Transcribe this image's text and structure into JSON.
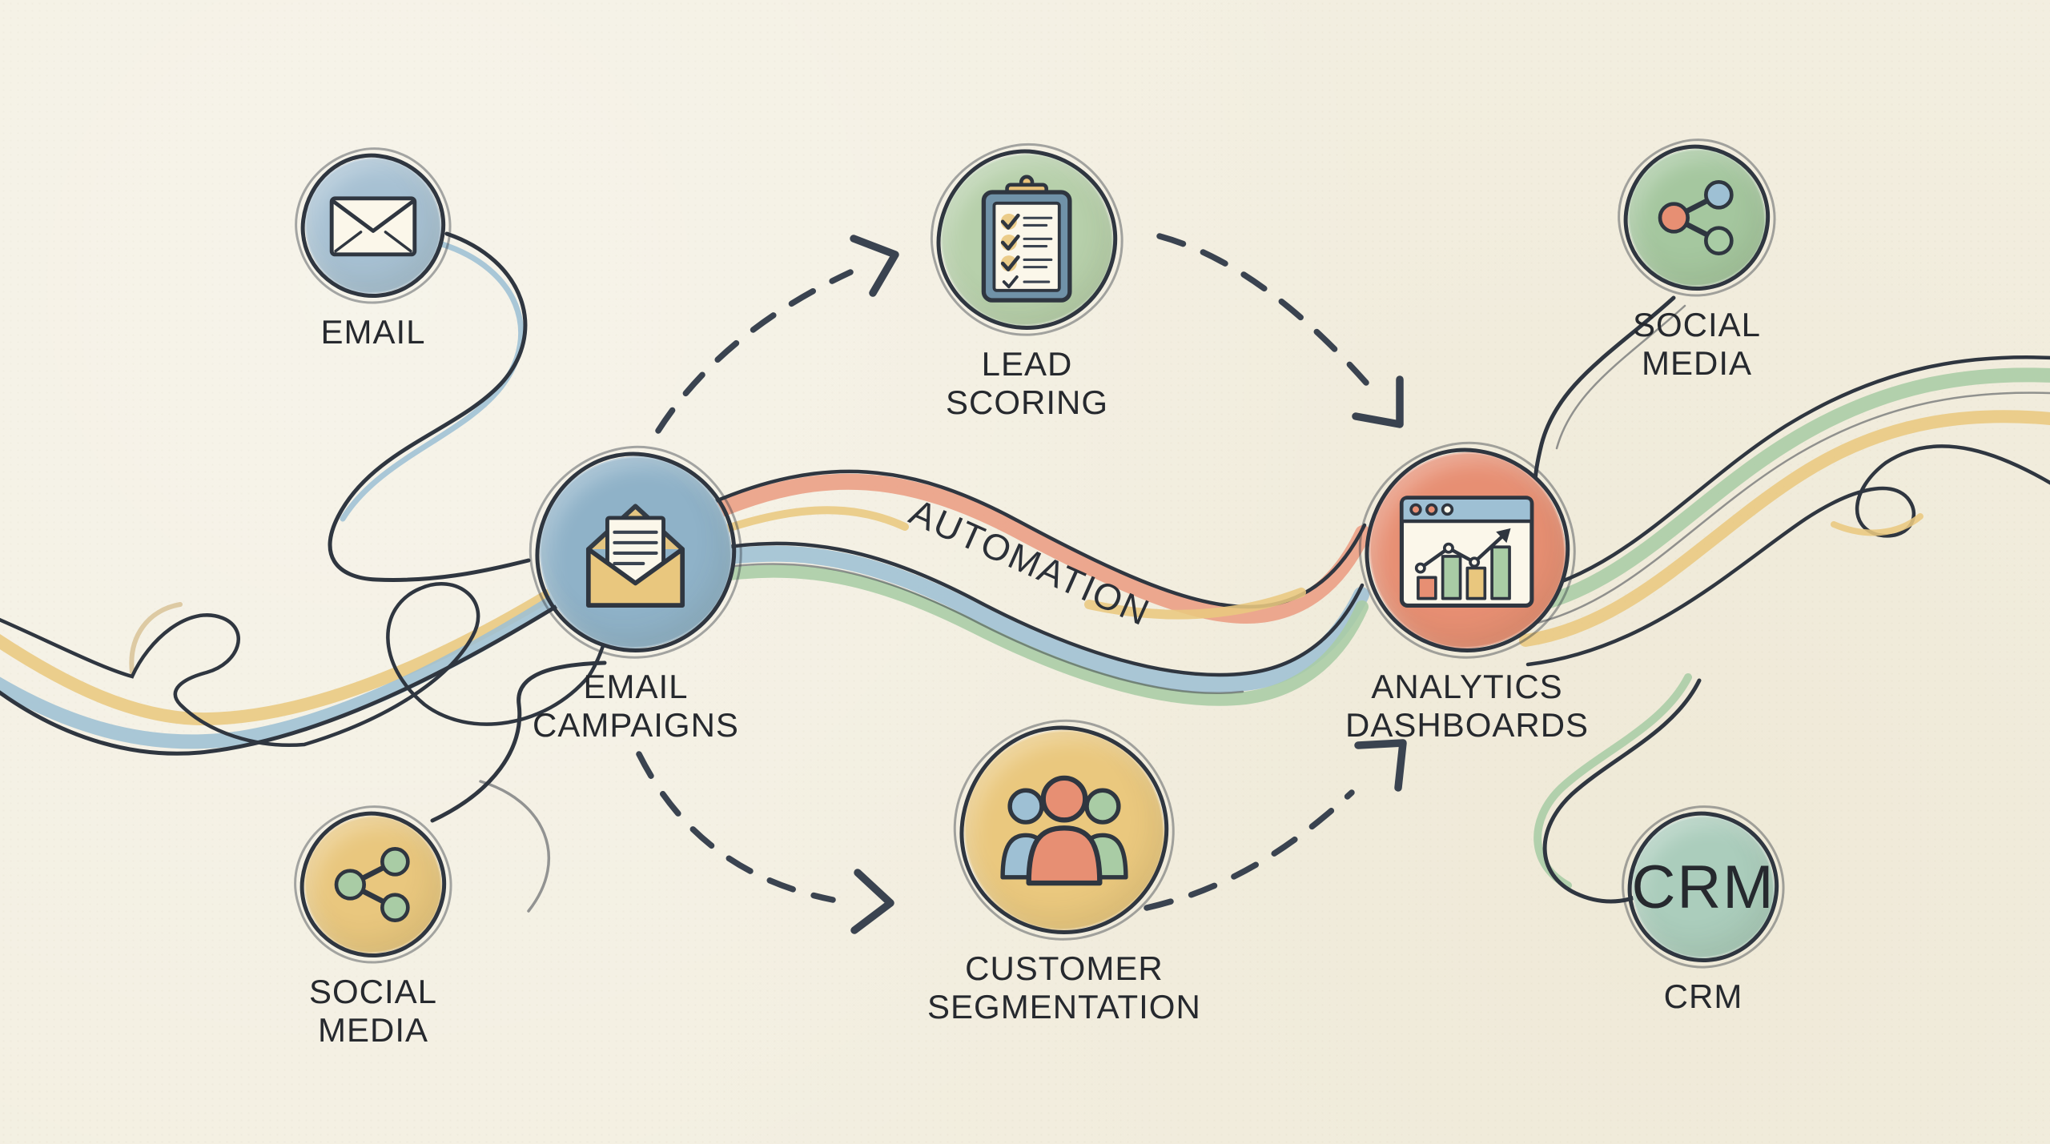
{
  "diagram": {
    "type": "hand-drawn marketing flow diagram",
    "style": "sketch on cream paper"
  },
  "ribbon_label": "AUTOMATION",
  "nodes": [
    {
      "id": "email",
      "label": "EMAIL",
      "icon": "envelope-icon",
      "fill": "#a7c1d3"
    },
    {
      "id": "lead-scoring",
      "label": "LEAD\nSCORING",
      "icon": "clipboard-checklist-icon",
      "fill": "#b7d0ab"
    },
    {
      "id": "social-media-top",
      "label": "SOCIAL\nMEDIA",
      "icon": "share-icon",
      "fill": "#a5c79f"
    },
    {
      "id": "email-campaigns",
      "label": "EMAIL\nCAMPAIGNS",
      "icon": "open-envelope-icon",
      "fill": "#8fb2c8"
    },
    {
      "id": "analytics-dashboards",
      "label": "ANALYTICS\nDASHBOARDS",
      "icon": "dashboard-chart-icon",
      "fill": "#e78f73"
    },
    {
      "id": "social-media-bottom",
      "label": "SOCIAL\nMEDIA",
      "icon": "share-icon",
      "fill": "#e9c77e"
    },
    {
      "id": "customer-segmentation",
      "label": "CUSTOMER\nSEGMENTATION",
      "icon": "people-group-icon",
      "fill": "#eac87e"
    },
    {
      "id": "crm",
      "label": "CRM",
      "badge": "CRM",
      "icon": "crm-text-badge",
      "fill": "#abcdbc"
    }
  ],
  "connections": [
    {
      "from": "email-campaigns",
      "to": "lead-scoring",
      "style": "dashed-arrow"
    },
    {
      "from": "lead-scoring",
      "to": "analytics-dashboards",
      "style": "dashed-arrow"
    },
    {
      "from": "email-campaigns",
      "to": "customer-segmentation",
      "style": "dashed-arrow"
    },
    {
      "from": "customer-segmentation",
      "to": "analytics-dashboards",
      "style": "dashed-arrow"
    },
    {
      "from": "email",
      "to": "email-campaigns",
      "style": "flow-line"
    },
    {
      "from": "social-media-bottom",
      "to": "email-campaigns",
      "style": "flow-line"
    },
    {
      "from": "email-campaigns",
      "to": "analytics-dashboards",
      "style": "automation-ribbon"
    },
    {
      "from": "analytics-dashboards",
      "to": "social-media-top",
      "style": "flow-line"
    },
    {
      "from": "analytics-dashboards",
      "to": "crm",
      "style": "flow-line"
    }
  ],
  "colors": {
    "paper": "#f3efe1",
    "ink": "#2f3640",
    "text": "#26292e",
    "arrow": "#3a4350",
    "node-blue": "#a7c1d3",
    "node-blue-deep": "#8fb2c8",
    "node-green": "#b7d0ab",
    "node-green-soft": "#a5c79f",
    "node-coral": "#e78f73",
    "node-yellow": "#e9c77e",
    "node-teal": "#abcdbc",
    "ribbon-salmon": "#eb9d83",
    "ribbon-blue": "#9ec0d4",
    "ribbon-green": "#a9cca5",
    "ribbon-yellow": "#e9c87f",
    "icon-slate": "#7092a8",
    "icon-white": "#fbf7ea",
    "icon-clip-yellow": "#e9c27a"
  }
}
